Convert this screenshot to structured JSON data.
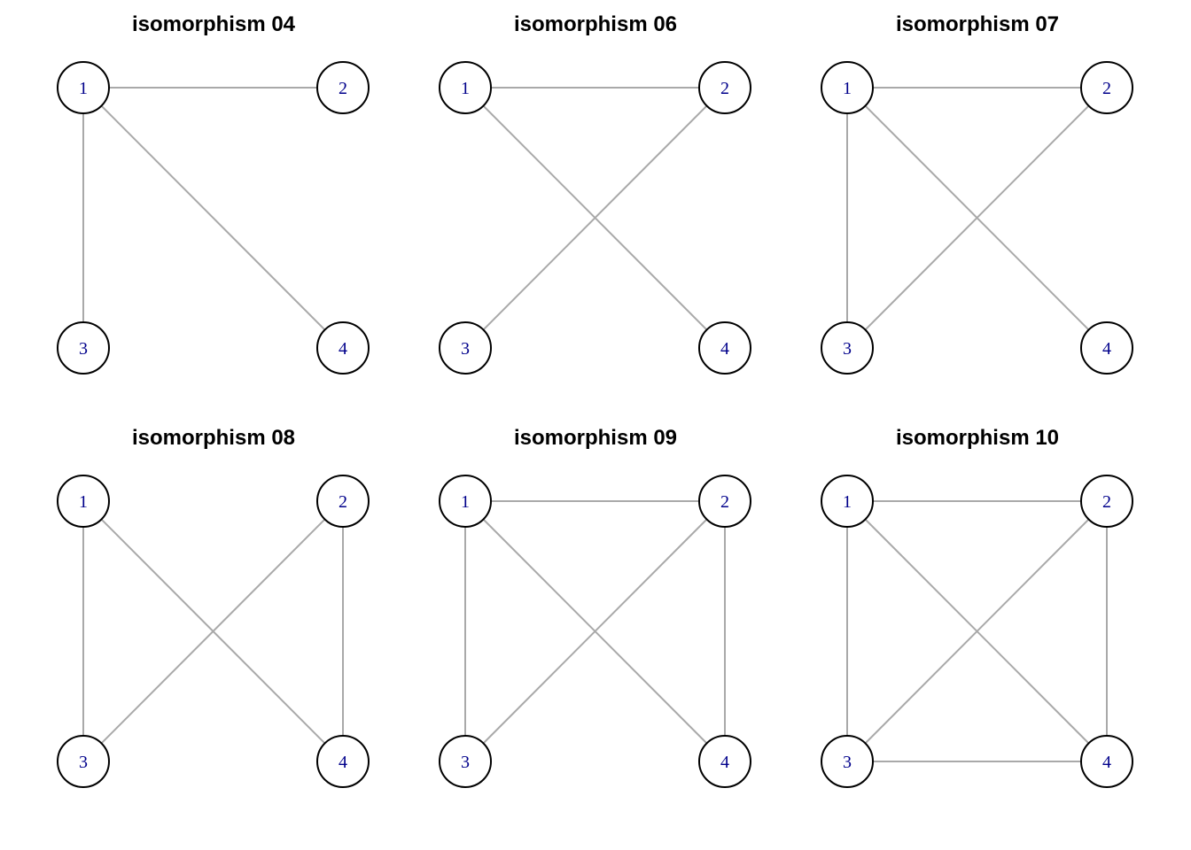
{
  "style": {
    "edge_color": "#a9a9a9",
    "node_border_color": "#000000",
    "node_fill_color": "#ffffff",
    "label_color": "#00008b"
  },
  "graphs": [
    {
      "title": "isomorphism 04",
      "nodes": [
        "1",
        "2",
        "3",
        "4"
      ],
      "edges": [
        [
          "1",
          "2"
        ],
        [
          "1",
          "3"
        ],
        [
          "1",
          "4"
        ]
      ]
    },
    {
      "title": "isomorphism 06",
      "nodes": [
        "1",
        "2",
        "3",
        "4"
      ],
      "edges": [
        [
          "1",
          "2"
        ],
        [
          "1",
          "4"
        ],
        [
          "2",
          "3"
        ]
      ]
    },
    {
      "title": "isomorphism 07",
      "nodes": [
        "1",
        "2",
        "3",
        "4"
      ],
      "edges": [
        [
          "1",
          "2"
        ],
        [
          "1",
          "3"
        ],
        [
          "1",
          "4"
        ],
        [
          "2",
          "3"
        ]
      ]
    },
    {
      "title": "isomorphism 08",
      "nodes": [
        "1",
        "2",
        "3",
        "4"
      ],
      "edges": [
        [
          "1",
          "3"
        ],
        [
          "1",
          "4"
        ],
        [
          "2",
          "3"
        ],
        [
          "2",
          "4"
        ]
      ]
    },
    {
      "title": "isomorphism 09",
      "nodes": [
        "1",
        "2",
        "3",
        "4"
      ],
      "edges": [
        [
          "1",
          "2"
        ],
        [
          "1",
          "3"
        ],
        [
          "1",
          "4"
        ],
        [
          "2",
          "3"
        ],
        [
          "2",
          "4"
        ]
      ]
    },
    {
      "title": "isomorphism 10",
      "nodes": [
        "1",
        "2",
        "3",
        "4"
      ],
      "edges": [
        [
          "1",
          "2"
        ],
        [
          "1",
          "3"
        ],
        [
          "1",
          "4"
        ],
        [
          "2",
          "3"
        ],
        [
          "2",
          "4"
        ],
        [
          "3",
          "4"
        ]
      ]
    }
  ]
}
